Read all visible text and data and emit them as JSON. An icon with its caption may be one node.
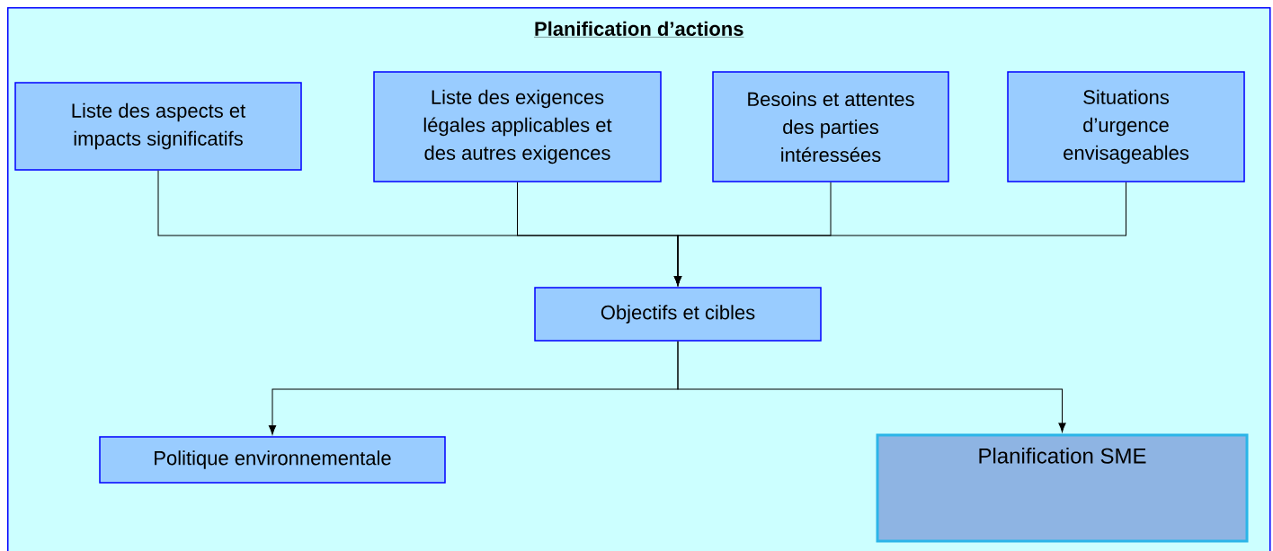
{
  "diagram": {
    "nodes": [
      {
        "text": [
          "Planification d’actions"
        ]
      },
      {
        "text": [
          "Liste des aspects et impacts significatifs"
        ],
        "in": 0
      },
      {
        "text": [
          "Liste des exigences légales applicables et des autres exigences"
        ],
        "in": 0
      },
      {
        "text": [
          "Besoins et attentes des parties intéressées"
        ],
        "in": 0
      },
      {
        "text": [
          "Situations d’urgence envisageables"
        ],
        "in": 0
      },
      {
        "text": [
          "Objectifs et cibles"
        ],
        "in": 0
      },
      {
        "text": [
          "Politique environnementale"
        ],
        "in": 0
      },
      {
        "text": [
          "Planification SME"
        ],
        "in": 0
      }
    ],
    "edges": [
      {
        "from": 1,
        "to": 5,
        "arrow": "to"
      },
      {
        "from": 2,
        "to": 5,
        "arrow": "to"
      },
      {
        "from": 3,
        "to": 5,
        "arrow": "to"
      },
      {
        "from": 4,
        "to": 5,
        "arrow": "to"
      },
      {
        "from": 5,
        "to": 6,
        "arrow": "to"
      },
      {
        "from": 5,
        "to": 7,
        "arrow": "to"
      }
    ]
  }
}
